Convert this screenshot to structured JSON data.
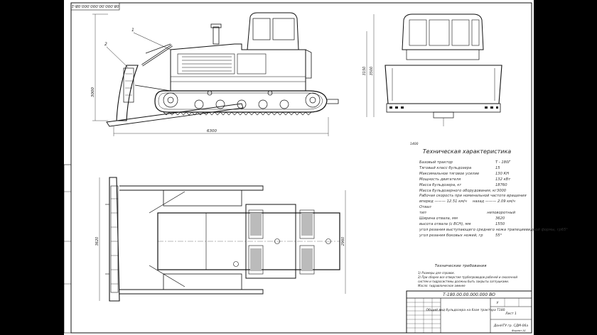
{
  "sheet": {
    "corner_code": "08.000.00.000.000.0B-1",
    "leader_labels": [
      "1",
      "2"
    ]
  },
  "dimensions": {
    "side_length": "6300",
    "side_height": "3000",
    "front_height": "3500",
    "front_height_inner": "3150",
    "plan_width": "3620",
    "plan_width_2": "2960",
    "spec_top": "1400"
  },
  "specs": {
    "title": "Техническая характеристика",
    "rows": [
      {
        "label": "Базовый трактор",
        "value": "Т - 180Г"
      },
      {
        "label": "Тяговый класс бульдозера",
        "value": "15"
      },
      {
        "label": "Максимальное тяговое усилие",
        "value": "130 КН"
      },
      {
        "label": "Мощность двигателя",
        "value": "132 кВт"
      },
      {
        "label": "Масса бульдозера, кг",
        "value": "18760"
      },
      {
        "label": "Масса бульдозерного оборудования, кг",
        "value": "3000"
      },
      {
        "label": "Рабочая скорость при номинальной частоте вращения",
        "value": ""
      },
      {
        "label": "вперед ——— 12.51 км/ч",
        "value": "назад ——— 2.09 км/ч"
      },
      {
        "label": "Отвал",
        "value": ""
      },
      {
        "label": "тип",
        "value": "неповоротный"
      },
      {
        "label": "Ширина отвала, мм",
        "value": "3620"
      },
      {
        "label": "высота отвала (с ВСН), мм",
        "value": "1550"
      },
      {
        "label": "угол резания выступающего среднего ножа трапециевидной формы, гр",
        "value": "65°"
      },
      {
        "label": "угол резания боковых ножей, гр",
        "value": "55°"
      }
    ]
  },
  "requirements": {
    "title": "Технические требования",
    "lines": [
      "1) Размеры для справок.",
      "2) При сборке все отверстия трубопроводов рабочей и смазочной",
      "систем и гидросистемы должны быть закрыты заглушками.",
      "Масло: гидравлическое зимнее"
    ]
  },
  "title_block": {
    "doc_number": "Т-180.00.00.000.000 ВО",
    "name": "Общий вид бульдозера на базе трактора Т180",
    "stage": "У",
    "sheet_info": "Лист 1",
    "org": "ДонНТУ гр. СДМ-06а",
    "format": "Формат А1"
  },
  "colors": {
    "sheet": "#ffffff",
    "ink": "#111111",
    "background": "#000000"
  }
}
